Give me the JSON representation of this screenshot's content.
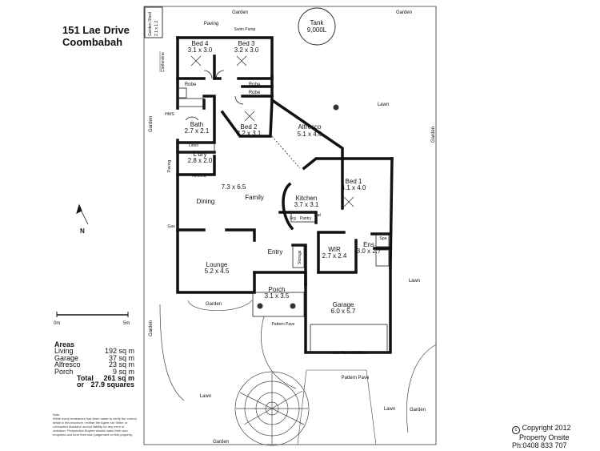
{
  "property": {
    "street": "151 Lae Drive",
    "suburb": "Coombabah"
  },
  "rooms": {
    "bed4": {
      "name": "Bed 4",
      "size": "3.1 x 3.0"
    },
    "bed3": {
      "name": "Bed 3",
      "size": "3.2 x 3.0"
    },
    "bed2": {
      "name": "Bed 2",
      "size": "3.2 x 3.1"
    },
    "bed1": {
      "name": "Bed 1",
      "size": "4.1 x 4.0"
    },
    "bath": {
      "name": "Bath",
      "size": "2.7 x 2.1"
    },
    "ldry": {
      "name": "L'dry",
      "size": "2.8 x 2.0"
    },
    "family": {
      "size": "7.3 x 6.5",
      "dining": "Dining",
      "family": "Family"
    },
    "kitchen": {
      "name": "Kitchen",
      "size": "3.7 x 3.1"
    },
    "alfresco": {
      "name": "Alfresco",
      "size": "5.1 x 4.6"
    },
    "lounge": {
      "name": "Lounge",
      "size": "5.2 x 4.5"
    },
    "wir": {
      "name": "WIR",
      "size": "2.7 x 2.4"
    },
    "ens": {
      "name": "Ens",
      "size": "3.0 x 2.7"
    },
    "porch": {
      "name": "Porch",
      "size": "3.1 x 3.5"
    },
    "garage": {
      "name": "Garage",
      "size": "6.0 x 5.7"
    },
    "tank": {
      "name": "Tank",
      "size": "9,000L"
    },
    "garden_shed": {
      "name": "Garden Shed",
      "size": "2.1 x 1.2"
    }
  },
  "labels": {
    "robe": "Robe",
    "linen": "Linen",
    "hws": "HWS",
    "clothesline": "Clothesline",
    "aircond": "Aircond",
    "paving": "Paving",
    "garden": "Garden",
    "lawn": "Lawn",
    "gas": "Gas",
    "entry": "Entry",
    "storage": "Storage",
    "frg": "Frg",
    "pantry": "Pantry",
    "nat": "Nat",
    "spa": "Spa",
    "pattern_pave": "Pattern Pave",
    "auto_door": "Auto Panel Lift Door",
    "swim_pump": "Swim Pump"
  },
  "scale": {
    "start": "0m",
    "end": "5m"
  },
  "compass": "N",
  "areas": {
    "title": "Areas",
    "rows": [
      {
        "label": "Living",
        "value": "192 sq m"
      },
      {
        "label": "Garage",
        "value": "37 sq m"
      },
      {
        "label": "Alfresco",
        "value": "23 sq m"
      },
      {
        "label": "Porch",
        "value": "9 sq m"
      }
    ],
    "total_label": "Total",
    "total_value": "261 sq m",
    "or_label": "or",
    "squares_value": "27.9 squares"
  },
  "note": {
    "title": "Note",
    "text": "While every endeavour has been made to verify the correct detail in this brochure, neither the Agent nor Seller or contracted illustrator accept liability for any error or omission. Prospective Buyers should make their own enquiries and form their own judgement on this property."
  },
  "copyright": {
    "line1": "Copyright 2012",
    "line2": "Property Onsite",
    "line3": "Ph:0408 833 707"
  }
}
